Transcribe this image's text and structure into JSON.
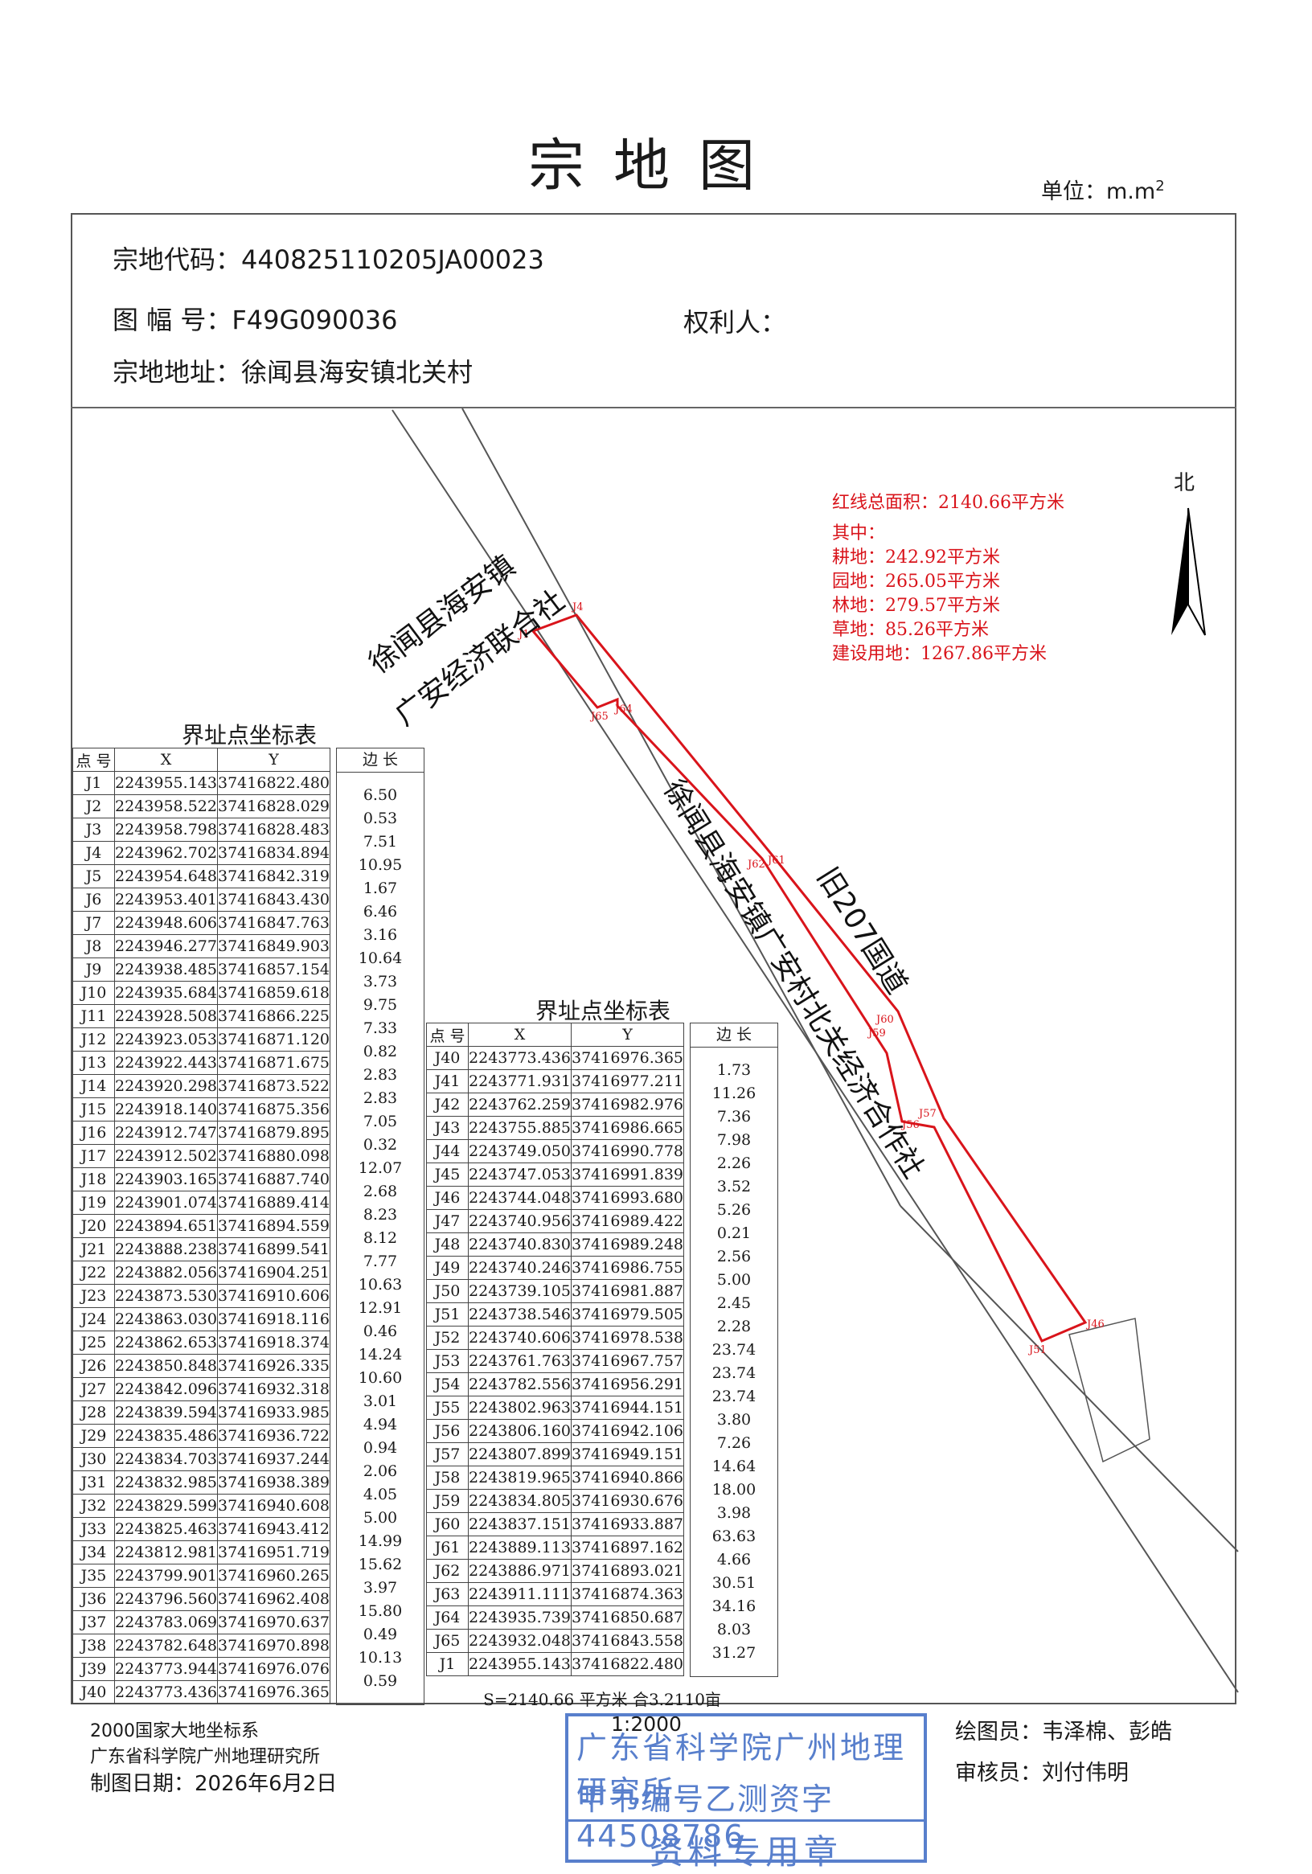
{
  "header": {
    "title": "宗地图",
    "unit": "单位：m.m",
    "unit_sup": "2"
  },
  "info": {
    "parcel_code": "宗地代码：440825110205JA00023",
    "sheet_no": "图 幅 号：F49G090036",
    "owner": "权利人：",
    "address": "宗地地址：徐闻县海安镇北关村"
  },
  "map": {
    "north": "北",
    "area_total": "红线总面积：2140.66平方米",
    "area_of_which": "其中：",
    "area_farmland": "耕地：242.92平方米",
    "area_garden": "园地：265.05平方米",
    "area_forest": "林地：279.57平方米",
    "area_grass": "草地：85.26平方米",
    "area_construction": "建设用地：1267.86平方米",
    "neighbor_nw_line1": "徐闻县海安镇",
    "neighbor_nw_line2": "广安经济联合社",
    "road": "旧207国道",
    "neighbor_main": "徐闻县海安镇广安村北关经济合作社",
    "point_labels": [
      "J1",
      "J4",
      "J65",
      "J64",
      "J62",
      "J61",
      "J60",
      "J59",
      "J57",
      "J56",
      "J46",
      "J51"
    ]
  },
  "colors": {
    "boundary": "#d9141b",
    "stamp": "#3b69c4"
  },
  "table1": {
    "title": "界址点坐标表",
    "headers": [
      "点 号",
      "X",
      "Y",
      "边 长"
    ],
    "rows": [
      [
        "J1",
        "2243955.143",
        "37416822.480"
      ],
      [
        "J2",
        "2243958.522",
        "37416828.029"
      ],
      [
        "J3",
        "2243958.798",
        "37416828.483"
      ],
      [
        "J4",
        "2243962.702",
        "37416834.894"
      ],
      [
        "J5",
        "2243954.648",
        "37416842.319"
      ],
      [
        "J6",
        "2243953.401",
        "37416843.430"
      ],
      [
        "J7",
        "2243948.606",
        "37416847.763"
      ],
      [
        "J8",
        "2243946.277",
        "37416849.903"
      ],
      [
        "J9",
        "2243938.485",
        "37416857.154"
      ],
      [
        "J10",
        "2243935.684",
        "37416859.618"
      ],
      [
        "J11",
        "2243928.508",
        "37416866.225"
      ],
      [
        "J12",
        "2243923.053",
        "37416871.120"
      ],
      [
        "J13",
        "2243922.443",
        "37416871.675"
      ],
      [
        "J14",
        "2243920.298",
        "37416873.522"
      ],
      [
        "J15",
        "2243918.140",
        "37416875.356"
      ],
      [
        "J16",
        "2243912.747",
        "37416879.895"
      ],
      [
        "J17",
        "2243912.502",
        "37416880.098"
      ],
      [
        "J18",
        "2243903.165",
        "37416887.740"
      ],
      [
        "J19",
        "2243901.074",
        "37416889.414"
      ],
      [
        "J20",
        "2243894.651",
        "37416894.559"
      ],
      [
        "J21",
        "2243888.238",
        "37416899.541"
      ],
      [
        "J22",
        "2243882.056",
        "37416904.251"
      ],
      [
        "J23",
        "2243873.530",
        "37416910.606"
      ],
      [
        "J24",
        "2243863.030",
        "37416918.116"
      ],
      [
        "J25",
        "2243862.653",
        "37416918.374"
      ],
      [
        "J26",
        "2243850.848",
        "37416926.335"
      ],
      [
        "J27",
        "2243842.096",
        "37416932.318"
      ],
      [
        "J28",
        "2243839.594",
        "37416933.985"
      ],
      [
        "J29",
        "2243835.486",
        "37416936.722"
      ],
      [
        "J30",
        "2243834.703",
        "37416937.244"
      ],
      [
        "J31",
        "2243832.985",
        "37416938.389"
      ],
      [
        "J32",
        "2243829.599",
        "37416940.608"
      ],
      [
        "J33",
        "2243825.463",
        "37416943.412"
      ],
      [
        "J34",
        "2243812.981",
        "37416951.719"
      ],
      [
        "J35",
        "2243799.901",
        "37416960.265"
      ],
      [
        "J36",
        "2243796.560",
        "37416962.408"
      ],
      [
        "J37",
        "2243783.069",
        "37416970.637"
      ],
      [
        "J38",
        "2243782.648",
        "37416970.898"
      ],
      [
        "J39",
        "2243773.944",
        "37416976.076"
      ],
      [
        "J40",
        "2243773.436",
        "37416976.365"
      ]
    ],
    "edges": [
      "6.50",
      "0.53",
      "7.51",
      "10.95",
      "1.67",
      "6.46",
      "3.16",
      "10.64",
      "3.73",
      "9.75",
      "7.33",
      "0.82",
      "2.83",
      "2.83",
      "7.05",
      "0.32",
      "12.07",
      "2.68",
      "8.23",
      "8.12",
      "7.77",
      "10.63",
      "12.91",
      "0.46",
      "14.24",
      "10.60",
      "3.01",
      "4.94",
      "0.94",
      "2.06",
      "4.05",
      "5.00",
      "14.99",
      "15.62",
      "3.97",
      "15.80",
      "0.49",
      "10.13",
      "0.59"
    ]
  },
  "table2": {
    "title": "界址点坐标表",
    "headers": [
      "点 号",
      "X",
      "Y",
      "边 长"
    ],
    "rows": [
      [
        "J40",
        "2243773.436",
        "37416976.365"
      ],
      [
        "J41",
        "2243771.931",
        "37416977.211"
      ],
      [
        "J42",
        "2243762.259",
        "37416982.976"
      ],
      [
        "J43",
        "2243755.885",
        "37416986.665"
      ],
      [
        "J44",
        "2243749.050",
        "37416990.778"
      ],
      [
        "J45",
        "2243747.053",
        "37416991.839"
      ],
      [
        "J46",
        "2243744.048",
        "37416993.680"
      ],
      [
        "J47",
        "2243740.956",
        "37416989.422"
      ],
      [
        "J48",
        "2243740.830",
        "37416989.248"
      ],
      [
        "J49",
        "2243740.246",
        "37416986.755"
      ],
      [
        "J50",
        "2243739.105",
        "37416981.887"
      ],
      [
        "J51",
        "2243738.546",
        "37416979.505"
      ],
      [
        "J52",
        "2243740.606",
        "37416978.538"
      ],
      [
        "J53",
        "2243761.763",
        "37416967.757"
      ],
      [
        "J54",
        "2243782.556",
        "37416956.291"
      ],
      [
        "J55",
        "2243802.963",
        "37416944.151"
      ],
      [
        "J56",
        "2243806.160",
        "37416942.106"
      ],
      [
        "J57",
        "2243807.899",
        "37416949.151"
      ],
      [
        "J58",
        "2243819.965",
        "37416940.866"
      ],
      [
        "J59",
        "2243834.805",
        "37416930.676"
      ],
      [
        "J60",
        "2243837.151",
        "37416933.887"
      ],
      [
        "J61",
        "2243889.113",
        "37416897.162"
      ],
      [
        "J62",
        "2243886.971",
        "37416893.021"
      ],
      [
        "J63",
        "2243911.111",
        "37416874.363"
      ],
      [
        "J64",
        "2243935.739",
        "37416850.687"
      ],
      [
        "J65",
        "2243932.048",
        "37416843.558"
      ],
      [
        "J1",
        "2243955.143",
        "37416822.480"
      ]
    ],
    "edges": [
      "1.73",
      "11.26",
      "7.36",
      "7.98",
      "2.26",
      "3.52",
      "5.26",
      "0.21",
      "2.56",
      "5.00",
      "2.45",
      "2.28",
      "23.74",
      "23.74",
      "23.74",
      "3.80",
      "7.26",
      "14.64",
      "18.00",
      "3.98",
      "63.63",
      "4.66",
      "30.51",
      "34.16",
      "8.03",
      "31.27"
    ],
    "summary": "S=2140.66 平方米 合3.2110亩"
  },
  "footer": {
    "coord_system": "2000国家大地坐标系",
    "institute": "广东省科学院广州地理研究所",
    "date": "制图日期：2026年6月2日",
    "scale": "1:2000",
    "drafter": "绘图员：韦泽棉、彭皓",
    "reviewer": "审核员：刘付伟明"
  },
  "stamp": {
    "line1": "广东省科学院广州地理研究所",
    "line2": "甲书编号乙测资字44508786",
    "line3": "资料专用章"
  }
}
